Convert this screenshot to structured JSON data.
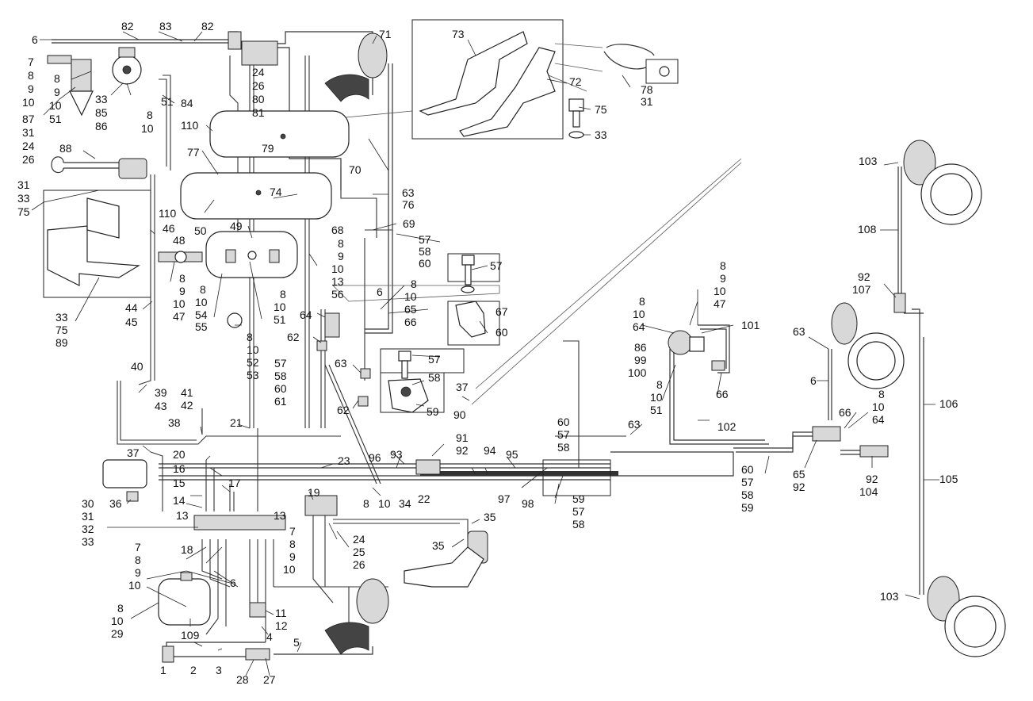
{
  "labels": {
    "l1": "1",
    "l2": "2",
    "l3": "3",
    "l4": "4",
    "l5": "5",
    "l6a": "6",
    "l6b": "6",
    "l6c": "6",
    "l6d": "6",
    "l7a": "7",
    "l7b": "7",
    "l7c": "7",
    "l8a": "8",
    "l8b": "8",
    "l8c": "8",
    "l8d": "8",
    "l8e": "8",
    "l8f": "8",
    "l8g": "8",
    "l8h": "8",
    "l8i": "8",
    "l8j": "8",
    "l8k": "8",
    "l8l": "8",
    "l8m": "8",
    "l8n": "8",
    "l8o": "8",
    "l8p": "8",
    "l8q": "8",
    "l8r": "8",
    "l9a": "9",
    "l9b": "9",
    "l9c": "9",
    "l9d": "9",
    "l9e": "9",
    "l9f": "9",
    "l9g": "9",
    "l10a": "10",
    "l10b": "10",
    "l10c": "10",
    "l10d": "10",
    "l10e": "10",
    "l10f": "10",
    "l10g": "10",
    "l10h": "10",
    "l10i": "10",
    "l10j": "10",
    "l10k": "10",
    "l10l": "10",
    "l10m": "10",
    "l10n": "10",
    "l10o": "10",
    "l10p": "10",
    "l10q": "10",
    "l11": "11",
    "l12": "12",
    "l13a": "13",
    "l13b": "13",
    "l13c": "13",
    "l14": "14",
    "l15": "15",
    "l16": "16",
    "l17": "17",
    "l18": "18",
    "l19": "19",
    "l20": "20",
    "l21": "21",
    "l22": "22",
    "l23": "23",
    "l24a": "24",
    "l24b": "24",
    "l24c": "24",
    "l25": "25",
    "l26a": "26",
    "l26b": "26",
    "l26c": "26",
    "l27": "27",
    "l28": "28",
    "l29": "29",
    "l30": "30",
    "l31a": "31",
    "l31b": "31",
    "l31c": "31",
    "l31d": "31",
    "l32": "32",
    "l33a": "33",
    "l33b": "33",
    "l33c": "33",
    "l33d": "33",
    "l33e": "33",
    "l34": "34",
    "l35a": "35",
    "l35b": "35",
    "l36": "36",
    "l37a": "37",
    "l37b": "37",
    "l38": "38",
    "l39": "39",
    "l40": "40",
    "l41": "41",
    "l42": "42",
    "l43": "43",
    "l44": "44",
    "l45": "45",
    "l46": "46",
    "l47a": "47",
    "l47b": "47",
    "l48": "48",
    "l49": "49",
    "l50": "50",
    "l51a": "51",
    "l51b": "51",
    "l51c": "51",
    "l51d": "51",
    "l52": "52",
    "l53": "53",
    "l54": "54",
    "l55": "55",
    "l56": "56",
    "l57a": "57",
    "l57b": "57",
    "l57c": "57",
    "l57d": "57",
    "l57e": "57",
    "l57f": "57",
    "l57g": "57",
    "l58a": "58",
    "l58b": "58",
    "l58c": "58",
    "l58d": "58",
    "l58e": "58",
    "l58f": "58",
    "l58g": "58",
    "l59a": "59",
    "l59b": "59",
    "l59c": "59",
    "l60a": "60",
    "l60b": "60",
    "l60c": "60",
    "l60d": "60",
    "l60e": "60",
    "l60f": "60",
    "l61": "61",
    "l62a": "62",
    "l62b": "62",
    "l63a": "63",
    "l63b": "63",
    "l63c": "63",
    "l63d": "63",
    "l64a": "64",
    "l64b": "64",
    "l64c": "64",
    "l65a": "65",
    "l65b": "65",
    "l66a": "66",
    "l66b": "66",
    "l66c": "66",
    "l67": "67",
    "l68": "68",
    "l69": "69",
    "l70": "70",
    "l71": "71",
    "l72": "72",
    "l73": "73",
    "l74": "74",
    "l75a": "75",
    "l75b": "75",
    "l75c": "75",
    "l76": "76",
    "l77": "77",
    "l78": "78",
    "l79": "79",
    "l80": "80",
    "l81": "81",
    "l82a": "82",
    "l82b": "82",
    "l83": "83",
    "l84": "84",
    "l85": "85",
    "l86a": "86",
    "l86b": "86",
    "l87": "87",
    "l88": "88",
    "l89": "89",
    "l90": "90",
    "l91": "91",
    "l92a": "92",
    "l92b": "92",
    "l92c": "92",
    "l92d": "92",
    "l93": "93",
    "l94": "94",
    "l95": "95",
    "l96": "96",
    "l97": "97",
    "l98": "98",
    "l99": "99",
    "l100": "100",
    "l101": "101",
    "l102": "102",
    "l103a": "103",
    "l103b": "103",
    "l104": "104",
    "l105": "105",
    "l106": "106",
    "l107": "107",
    "l108": "108",
    "l109": "109",
    "l110a": "110",
    "l110b": "110"
  }
}
